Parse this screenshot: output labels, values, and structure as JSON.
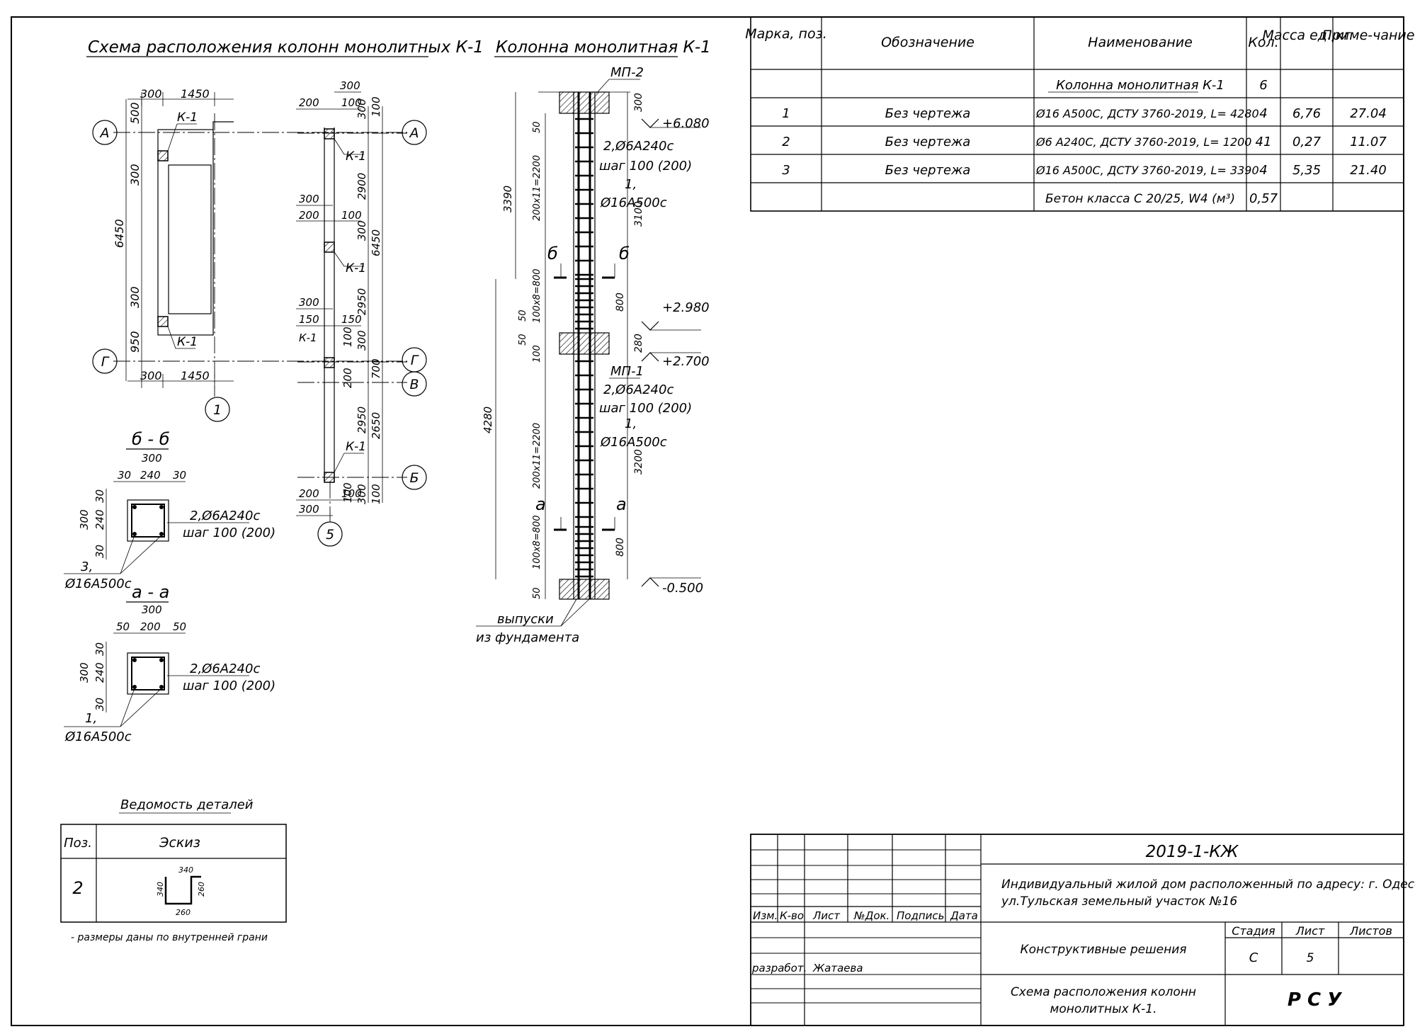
{
  "titles": {
    "scheme": "Схема расположения колонн монолитных К-1",
    "column": "Колонна монолитная К-1",
    "details": "Ведомость деталей"
  },
  "spec": {
    "headers": [
      "Марка, поз.",
      "Обозначение",
      "Наименование",
      "Кол.",
      "Масса ед.,кг",
      "Приме-чание"
    ],
    "group_title": "Колонна монолитная К-1",
    "group_qty": "6",
    "rows": [
      {
        "pos": "1",
        "designation": "Без чертежа",
        "name": "Ø16 А500С,  ДСТУ 3760-2019,  L= 4280",
        "qty": "4",
        "mass": "6,76",
        "note": "27.04"
      },
      {
        "pos": "2",
        "designation": "Без чертежа",
        "name": "Ø6  А240С,  ДСТУ 3760-2019,  L= 1200",
        "qty": "41",
        "mass": "0,27",
        "note": "11.07"
      },
      {
        "pos": "3",
        "designation": "Без чертежа",
        "name": "Ø16 А500С,  ДСТУ 3760-2019,  L= 3390",
        "qty": "4",
        "mass": "5,35",
        "note": "21.40"
      }
    ],
    "concrete": "Бетон класса С 20/25, W4    (м³)",
    "concrete_qty": "0,57"
  },
  "axes": {
    "A": "А",
    "G": "Г",
    "V": "В",
    "B": "Б",
    "one": "1",
    "five": "5"
  },
  "labels": {
    "k1": "К-1",
    "mp2": "МП-2",
    "mp1": "МП-1",
    "stir": "2,Ø6А240с",
    "step": "шаг 100 (200)",
    "rod1": "1,",
    "rod3": "3,",
    "rod": "Ø16А500с",
    "sec_b": "б - б",
    "sec_a": "а - а",
    "b": "б",
    "a": "а",
    "outlet1": "выпуски",
    "outlet2": "из фундамента",
    "elev1": "+6.080",
    "elev2": "+2.980",
    "elev3": "+2.700",
    "elev4": "-0.500"
  },
  "dims": {
    "d300": "300",
    "d1450": "1450",
    "d500": "500",
    "d6450": "6450",
    "d950": "950",
    "d200": "200",
    "d100": "100",
    "d2900": "2900",
    "d150": "150",
    "d2950": "2950",
    "d700": "700",
    "d2650": "2650",
    "d3390": "3390",
    "d4280": "4280",
    "d3100": "3100",
    "d3200": "3200",
    "d800": "800",
    "d280": "280",
    "d50": "50",
    "d240": "240",
    "d30": "30",
    "s1": "200х11=2200",
    "s2": "100х8=800",
    "s340": "340",
    "s260": "260"
  },
  "details": {
    "col_pos": "Поз.",
    "col_sketch": "Эскиз",
    "pos": "2",
    "note": "- размеры даны по внутренней грани"
  },
  "stamp": {
    "code": "2019-1-КЖ",
    "project": "Индивидуальный жилой дом расположенный по адресу: г. Одесса",
    "project2": "ул.Тульская земельный участок №16",
    "cols": [
      "Изм.",
      "К-во",
      "Лист",
      "№Док.",
      "Подпись",
      "Дата"
    ],
    "role": "разработ.",
    "person": "Жатаева",
    "section": "Конструктивные решения",
    "stage_h": "Стадия",
    "sheet_h": "Лист",
    "sheets_h": "Листов",
    "stage": "С",
    "sheet": "5",
    "drawing": "Схема расположения колонн",
    "drawing2": "монолитных К-1.",
    "org": "Р С У"
  }
}
